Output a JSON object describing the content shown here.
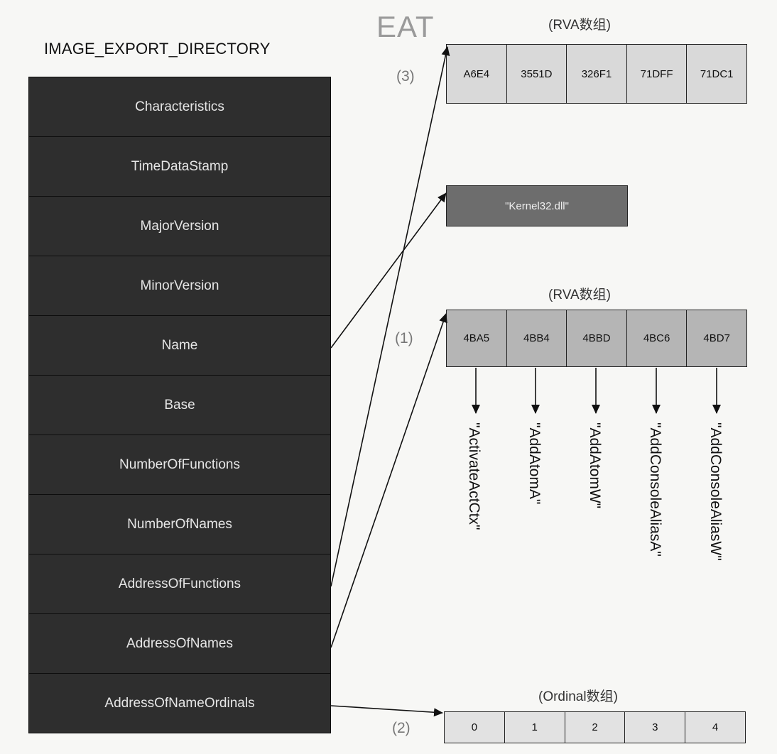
{
  "directory": {
    "title": "IMAGE_EXPORT_DIRECTORY",
    "fields": [
      "Characteristics",
      "TimeDataStamp",
      "MajorVersion",
      "MinorVersion",
      "Name",
      "Base",
      "NumberOfFunctions",
      "NumberOfNames",
      "AddressOfFunctions",
      "AddressOfNames",
      "AddressOfNameOrdinals"
    ]
  },
  "eat": {
    "label": "EAT",
    "caption": "(RVA数组)",
    "index": "(3)",
    "cells": [
      "A6E4",
      "3551D",
      "326F1",
      "71DFF",
      "71DC1"
    ]
  },
  "dll_name": "\"Kernel32.dll\"",
  "names_array": {
    "caption": "(RVA数组)",
    "index": "(1)",
    "cells": [
      "4BA5",
      "4BB4",
      "4BBD",
      "4BC6",
      "4BD7"
    ],
    "function_names": [
      "\"ActivateActCtx\"",
      "\"AddAtomA\"",
      "\"AddAtomW\"",
      "\"AddConsoleAliasA\"",
      "\"AddConsoleAliasW\""
    ]
  },
  "ordinal_array": {
    "caption": "(Ordinal数组)",
    "index": "(2)",
    "cells": [
      "0",
      "1",
      "2",
      "3",
      "4"
    ]
  }
}
